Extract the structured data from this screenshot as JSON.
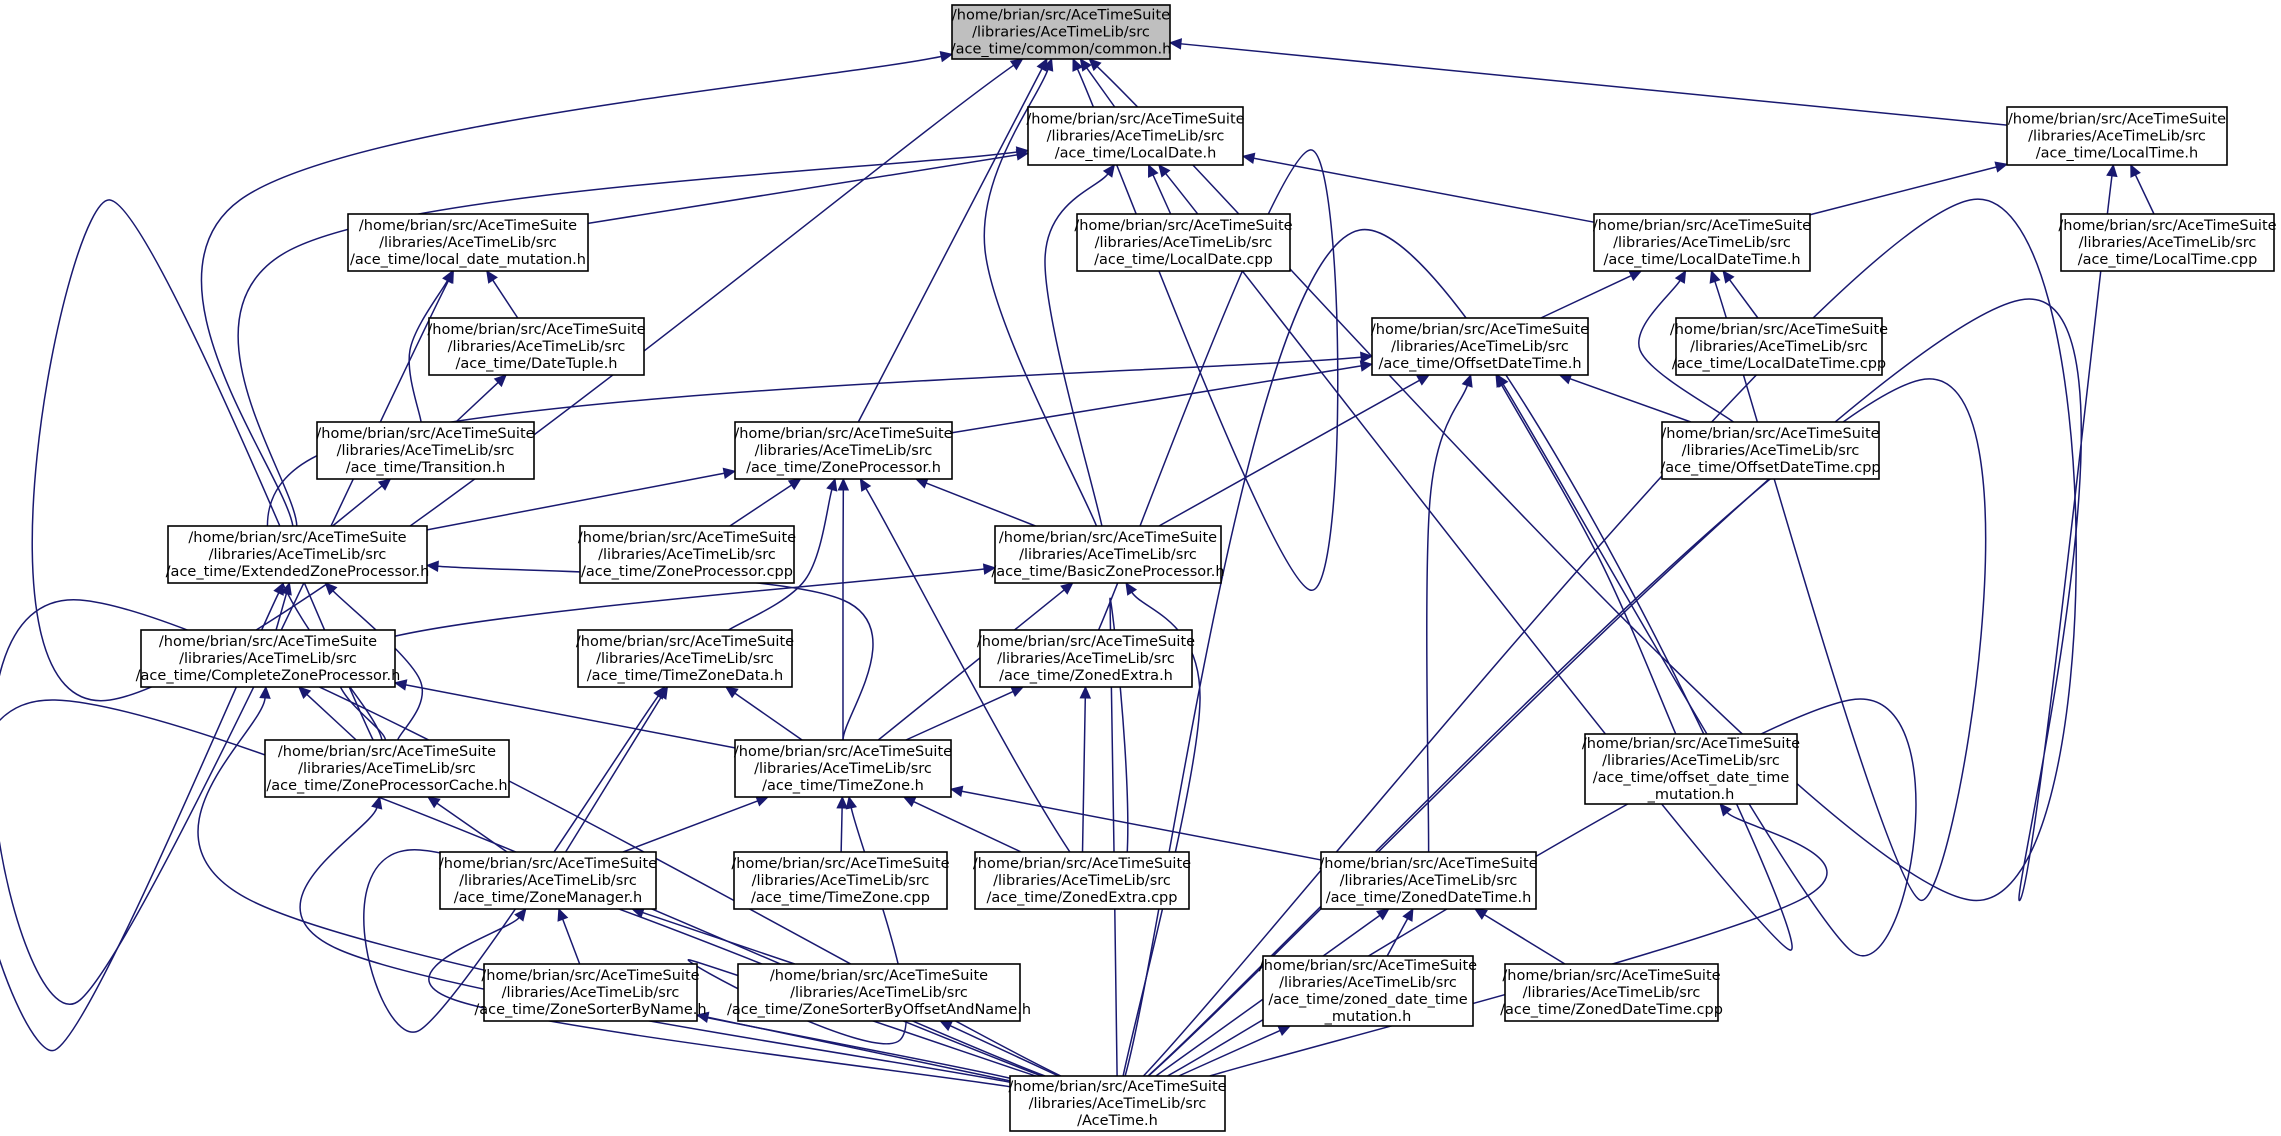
{
  "nodes": [
    {
      "id": "common",
      "lines": [
        "/home/brian/src/AceTimeSuite",
        "/libraries/AceTimeLib/src",
        "/ace_time/common/common.h"
      ],
      "highlight": true
    },
    {
      "id": "LocalDate_h",
      "lines": [
        "/home/brian/src/AceTimeSuite",
        "/libraries/AceTimeLib/src",
        "/ace_time/LocalDate.h"
      ]
    },
    {
      "id": "LocalTime_h",
      "lines": [
        "/home/brian/src/AceTimeSuite",
        "/libraries/AceTimeLib/src",
        "/ace_time/LocalTime.h"
      ]
    },
    {
      "id": "local_date_mutation_h",
      "lines": [
        "/home/brian/src/AceTimeSuite",
        "/libraries/AceTimeLib/src",
        "/ace_time/local_date_mutation.h"
      ]
    },
    {
      "id": "LocalDate_cpp",
      "lines": [
        "/home/brian/src/AceTimeSuite",
        "/libraries/AceTimeLib/src",
        "/ace_time/LocalDate.cpp"
      ]
    },
    {
      "id": "LocalDateTime_h",
      "lines": [
        "/home/brian/src/AceTimeSuite",
        "/libraries/AceTimeLib/src",
        "/ace_time/LocalDateTime.h"
      ]
    },
    {
      "id": "LocalTime_cpp",
      "lines": [
        "/home/brian/src/AceTimeSuite",
        "/libraries/AceTimeLib/src",
        "/ace_time/LocalTime.cpp"
      ]
    },
    {
      "id": "DateTuple_h",
      "lines": [
        "/home/brian/src/AceTimeSuite",
        "/libraries/AceTimeLib/src",
        "/ace_time/DateTuple.h"
      ]
    },
    {
      "id": "OffsetDateTime_h",
      "lines": [
        "/home/brian/src/AceTimeSuite",
        "/libraries/AceTimeLib/src",
        "/ace_time/OffsetDateTime.h"
      ]
    },
    {
      "id": "LocalDateTime_cpp",
      "lines": [
        "/home/brian/src/AceTimeSuite",
        "/libraries/AceTimeLib/src",
        "/ace_time/LocalDateTime.cpp"
      ]
    },
    {
      "id": "Transition_h",
      "lines": [
        "/home/brian/src/AceTimeSuite",
        "/libraries/AceTimeLib/src",
        "/ace_time/Transition.h"
      ]
    },
    {
      "id": "ZoneProcessor_h",
      "lines": [
        "/home/brian/src/AceTimeSuite",
        "/libraries/AceTimeLib/src",
        "/ace_time/ZoneProcessor.h"
      ]
    },
    {
      "id": "OffsetDateTime_cpp",
      "lines": [
        "/home/brian/src/AceTimeSuite",
        "/libraries/AceTimeLib/src",
        "/ace_time/OffsetDateTime.cpp"
      ]
    },
    {
      "id": "ExtendedZoneProcessor_h",
      "lines": [
        "/home/brian/src/AceTimeSuite",
        "/libraries/AceTimeLib/src",
        "/ace_time/ExtendedZoneProcessor.h"
      ]
    },
    {
      "id": "ZoneProcessor_cpp",
      "lines": [
        "/home/brian/src/AceTimeSuite",
        "/libraries/AceTimeLib/src",
        "/ace_time/ZoneProcessor.cpp"
      ]
    },
    {
      "id": "BasicZoneProcessor_h",
      "lines": [
        "/home/brian/src/AceTimeSuite",
        "/libraries/AceTimeLib/src",
        "/ace_time/BasicZoneProcessor.h"
      ]
    },
    {
      "id": "CompleteZoneProcessor_h",
      "lines": [
        "/home/brian/src/AceTimeSuite",
        "/libraries/AceTimeLib/src",
        "/ace_time/CompleteZoneProcessor.h"
      ]
    },
    {
      "id": "TimeZoneData_h",
      "lines": [
        "/home/brian/src/AceTimeSuite",
        "/libraries/AceTimeLib/src",
        "/ace_time/TimeZoneData.h"
      ]
    },
    {
      "id": "ZonedExtra_h",
      "lines": [
        "/home/brian/src/AceTimeSuite",
        "/libraries/AceTimeLib/src",
        "/ace_time/ZonedExtra.h"
      ]
    },
    {
      "id": "offset_date_time_mutation_h",
      "lines": [
        "/home/brian/src/AceTimeSuite",
        "/libraries/AceTimeLib/src",
        "/ace_time/offset_date_time",
        "_mutation.h"
      ]
    },
    {
      "id": "ZoneProcessorCache_h",
      "lines": [
        "/home/brian/src/AceTimeSuite",
        "/libraries/AceTimeLib/src",
        "/ace_time/ZoneProcessorCache.h"
      ]
    },
    {
      "id": "TimeZone_h",
      "lines": [
        "/home/brian/src/AceTimeSuite",
        "/libraries/AceTimeLib/src",
        "/ace_time/TimeZone.h"
      ]
    },
    {
      "id": "ZoneManager_h",
      "lines": [
        "/home/brian/src/AceTimeSuite",
        "/libraries/AceTimeLib/src",
        "/ace_time/ZoneManager.h"
      ]
    },
    {
      "id": "TimeZone_cpp",
      "lines": [
        "/home/brian/src/AceTimeSuite",
        "/libraries/AceTimeLib/src",
        "/ace_time/TimeZone.cpp"
      ]
    },
    {
      "id": "ZonedExtra_cpp",
      "lines": [
        "/home/brian/src/AceTimeSuite",
        "/libraries/AceTimeLib/src",
        "/ace_time/ZonedExtra.cpp"
      ]
    },
    {
      "id": "ZonedDateTime_h",
      "lines": [
        "/home/brian/src/AceTimeSuite",
        "/libraries/AceTimeLib/src",
        "/ace_time/ZonedDateTime.h"
      ]
    },
    {
      "id": "ZoneSorterByName_h",
      "lines": [
        "/home/brian/src/AceTimeSuite",
        "/libraries/AceTimeLib/src",
        "/ace_time/ZoneSorterByName.h"
      ]
    },
    {
      "id": "ZoneSorterByOffsetAndName_h",
      "lines": [
        "/home/brian/src/AceTimeSuite",
        "/libraries/AceTimeLib/src",
        "/ace_time/ZoneSorterByOffsetAndName.h"
      ]
    },
    {
      "id": "zoned_date_time_mutation_h",
      "lines": [
        "/home/brian/src/AceTimeSuite",
        "/libraries/AceTimeLib/src",
        "/ace_time/zoned_date_time",
        "_mutation.h"
      ]
    },
    {
      "id": "ZonedDateTime_cpp",
      "lines": [
        "/home/brian/src/AceTimeSuite",
        "/libraries/AceTimeLib/src",
        "/ace_time/ZonedDateTime.cpp"
      ]
    },
    {
      "id": "AceTime_h",
      "lines": [
        "/home/brian/src/AceTimeSuite",
        "/libraries/AceTimeLib/src",
        "/AceTime.h"
      ]
    }
  ],
  "edges": [
    {
      "from": "LocalDate_h",
      "to": "common"
    },
    {
      "from": "LocalTime_h",
      "to": "common"
    },
    {
      "from": "ExtendedZoneProcessor_h",
      "to": "common"
    },
    {
      "from": "ZoneProcessor_h",
      "to": "common"
    },
    {
      "from": "BasicZoneProcessor_h",
      "to": "common"
    },
    {
      "from": "ZonedExtra_h",
      "to": "common"
    },
    {
      "from": "ZoneProcessorCache_h",
      "to": "common"
    },
    {
      "from": "AceTime_h",
      "to": "common"
    },
    {
      "from": "local_date_mutation_h",
      "to": "LocalDate_h"
    },
    {
      "from": "LocalDate_cpp",
      "to": "LocalDate_h"
    },
    {
      "from": "LocalDateTime_h",
      "to": "LocalDate_h"
    },
    {
      "from": "ExtendedZoneProcessor_h",
      "to": "LocalDate_h"
    },
    {
      "from": "BasicZoneProcessor_h",
      "to": "LocalDate_h"
    },
    {
      "from": "AceTime_h",
      "to": "LocalDate_h"
    },
    {
      "from": "LocalDateTime_h",
      "to": "LocalTime_h"
    },
    {
      "from": "LocalTime_cpp",
      "to": "LocalTime_h"
    },
    {
      "from": "AceTime_h",
      "to": "LocalTime_h"
    },
    {
      "from": "DateTuple_h",
      "to": "local_date_mutation_h"
    },
    {
      "from": "Transition_h",
      "to": "local_date_mutation_h"
    },
    {
      "from": "AceTime_h",
      "to": "local_date_mutation_h"
    },
    {
      "from": "Transition_h",
      "to": "DateTuple_h"
    },
    {
      "from": "ExtendedZoneProcessor_h",
      "to": "Transition_h"
    },
    {
      "from": "OffsetDateTime_h",
      "to": "LocalDateTime_h"
    },
    {
      "from": "LocalDateTime_cpp",
      "to": "LocalDateTime_h"
    },
    {
      "from": "OffsetDateTime_cpp",
      "to": "LocalDateTime_h"
    },
    {
      "from": "AceTime_h",
      "to": "LocalDateTime_h"
    },
    {
      "from": "ZoneProcessor_h",
      "to": "OffsetDateTime_h"
    },
    {
      "from": "OffsetDateTime_cpp",
      "to": "OffsetDateTime_h"
    },
    {
      "from": "BasicZoneProcessor_h",
      "to": "OffsetDateTime_h"
    },
    {
      "from": "ZoneProcessorCache_h",
      "to": "OffsetDateTime_h"
    },
    {
      "from": "offset_date_time_mutation_h",
      "to": "OffsetDateTime_h"
    },
    {
      "from": "ZonedDateTime_h",
      "to": "OffsetDateTime_h"
    },
    {
      "from": "AceTime_h",
      "to": "OffsetDateTime_h"
    },
    {
      "from": "ExtendedZoneProcessor_h",
      "to": "ZoneProcessor_h"
    },
    {
      "from": "ZoneProcessor_cpp",
      "to": "ZoneProcessor_h"
    },
    {
      "from": "BasicZoneProcessor_h",
      "to": "ZoneProcessor_h"
    },
    {
      "from": "TimeZoneData_h",
      "to": "ZoneProcessor_h"
    },
    {
      "from": "TimeZone_h",
      "to": "ZoneProcessor_h"
    },
    {
      "from": "AceTime_h",
      "to": "ZoneProcessor_h"
    },
    {
      "from": "CompleteZoneProcessor_h",
      "to": "ExtendedZoneProcessor_h"
    },
    {
      "from": "ZoneProcessorCache_h",
      "to": "ExtendedZoneProcessor_h"
    },
    {
      "from": "TimeZone_h",
      "to": "ExtendedZoneProcessor_h"
    },
    {
      "from": "AceTime_h",
      "to": "ExtendedZoneProcessor_h"
    },
    {
      "from": "ZoneProcessorCache_h",
      "to": "BasicZoneProcessor_h"
    },
    {
      "from": "TimeZone_h",
      "to": "BasicZoneProcessor_h"
    },
    {
      "from": "AceTime_h",
      "to": "BasicZoneProcessor_h"
    },
    {
      "from": "ZoneProcessorCache_h",
      "to": "CompleteZoneProcessor_h"
    },
    {
      "from": "TimeZone_h",
      "to": "CompleteZoneProcessor_h"
    },
    {
      "from": "AceTime_h",
      "to": "CompleteZoneProcessor_h"
    },
    {
      "from": "TimeZone_h",
      "to": "TimeZoneData_h"
    },
    {
      "from": "ZoneManager_h",
      "to": "TimeZoneData_h"
    },
    {
      "from": "AceTime_h",
      "to": "TimeZoneData_h"
    },
    {
      "from": "TimeZone_h",
      "to": "ZonedExtra_h"
    },
    {
      "from": "ZonedExtra_cpp",
      "to": "ZonedExtra_h"
    },
    {
      "from": "ZoneManager_h",
      "to": "ZoneProcessorCache_h"
    },
    {
      "from": "AceTime_h",
      "to": "ZoneProcessorCache_h"
    },
    {
      "from": "ZoneManager_h",
      "to": "TimeZone_h"
    },
    {
      "from": "TimeZone_cpp",
      "to": "TimeZone_h"
    },
    {
      "from": "ZonedExtra_cpp",
      "to": "TimeZone_h"
    },
    {
      "from": "ZonedDateTime_h",
      "to": "TimeZone_h"
    },
    {
      "from": "AceTime_h",
      "to": "TimeZone_h"
    },
    {
      "from": "ZoneSorterByName_h",
      "to": "ZoneManager_h"
    },
    {
      "from": "ZoneSorterByOffsetAndName_h",
      "to": "ZoneManager_h"
    },
    {
      "from": "AceTime_h",
      "to": "ZoneManager_h"
    },
    {
      "from": "zoned_date_time_mutation_h",
      "to": "ZonedDateTime_h"
    },
    {
      "from": "ZonedDateTime_cpp",
      "to": "ZonedDateTime_h"
    },
    {
      "from": "AceTime_h",
      "to": "ZonedDateTime_h"
    },
    {
      "from": "AceTime_h",
      "to": "offset_date_time_mutation_h"
    },
    {
      "from": "AceTime_h",
      "to": "ZoneSorterByName_h"
    },
    {
      "from": "AceTime_h",
      "to": "ZoneSorterByOffsetAndName_h"
    },
    {
      "from": "AceTime_h",
      "to": "zoned_date_time_mutation_h"
    }
  ],
  "colors": {
    "edge": "#191970",
    "root_fill": "#bfbfbf",
    "node_fill": "#ffffff",
    "border": "#000000"
  }
}
